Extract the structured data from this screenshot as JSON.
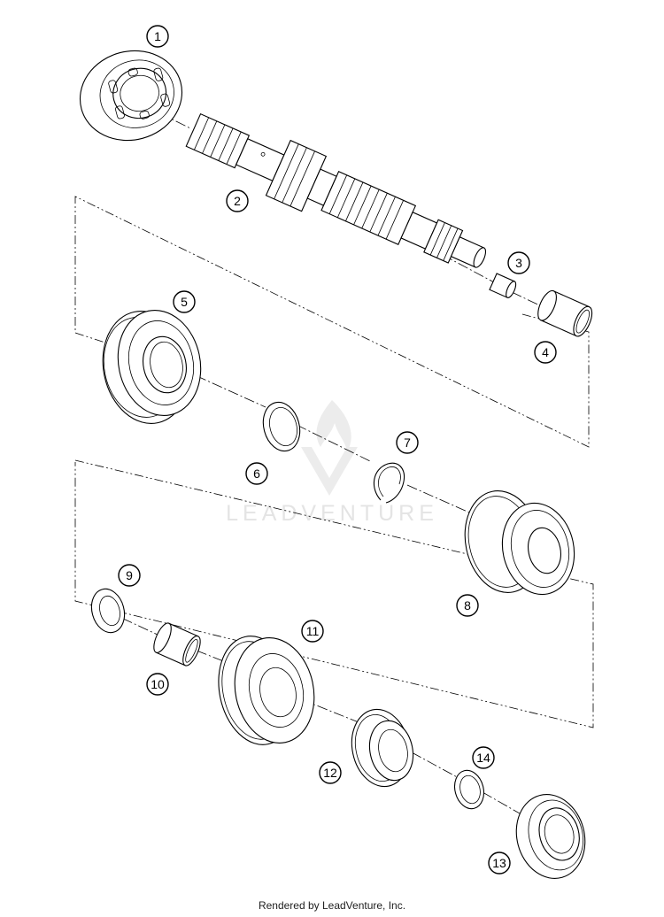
{
  "callouts": [
    {
      "number": "1"
    },
    {
      "number": "2"
    },
    {
      "number": "3"
    },
    {
      "number": "4"
    },
    {
      "number": "5"
    },
    {
      "number": "6"
    },
    {
      "number": "7"
    },
    {
      "number": "8"
    },
    {
      "number": "9"
    },
    {
      "number": "10"
    },
    {
      "number": "11"
    },
    {
      "number": "12"
    },
    {
      "number": "13"
    },
    {
      "number": "14"
    }
  ],
  "watermark": {
    "text": "LEADVENTURE"
  },
  "footer": {
    "text": "Rendered by LeadVenture, Inc."
  }
}
